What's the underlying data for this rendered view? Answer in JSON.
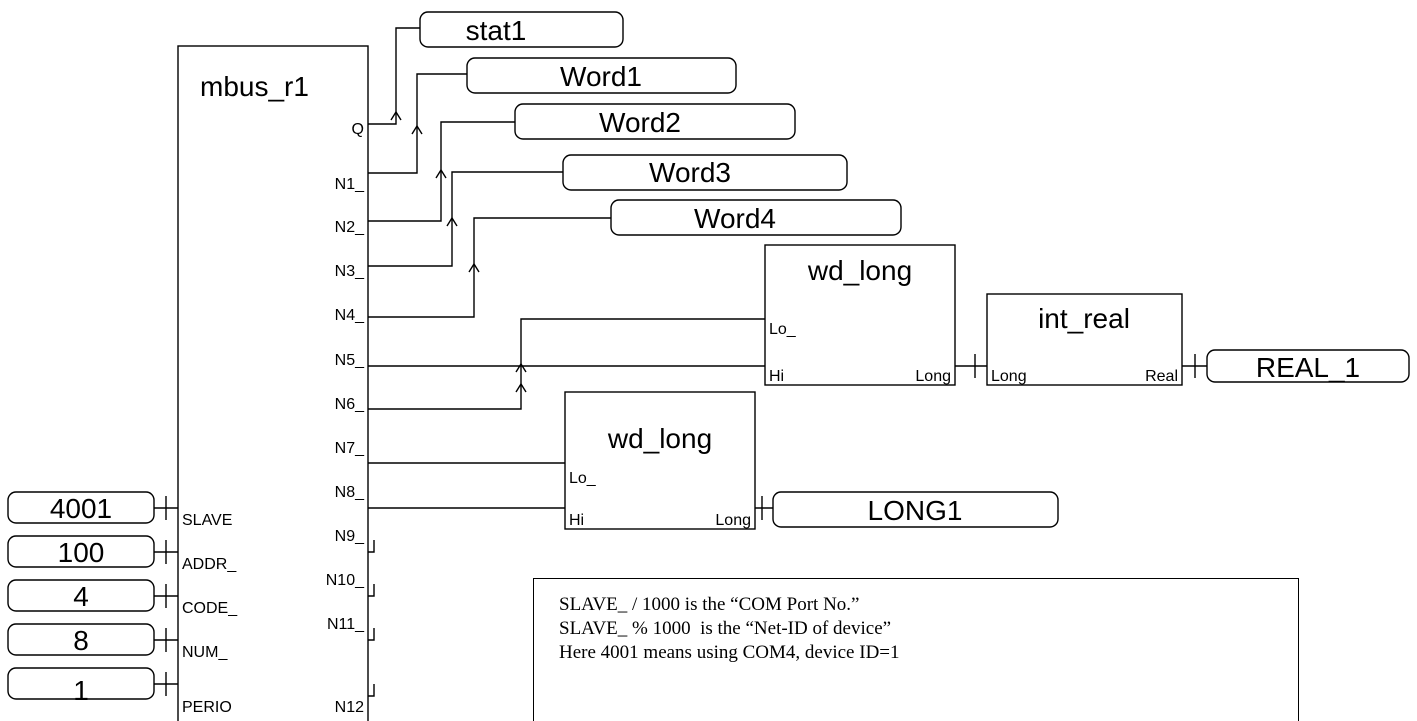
{
  "function_block": {
    "name": "mbus_r1",
    "output_pins": [
      "Q",
      "N1_",
      "N2_",
      "N3_",
      "N4_",
      "N5_",
      "N6_",
      "N7_",
      "N8_",
      "N9_",
      "N10_",
      "N11_",
      "N12"
    ],
    "input_pins": [
      "SLAVE",
      "ADDR_",
      "CODE_",
      "NUM_",
      "PERIO"
    ]
  },
  "input_constants": [
    "4001",
    "100",
    "4",
    "8",
    "1"
  ],
  "output_variables": [
    "stat1",
    "Word1",
    "Word2",
    "Word3",
    "Word4"
  ],
  "converter_1": {
    "name": "wd_long",
    "pin_lo": "Lo_",
    "pin_hi": "Hi",
    "pin_out": "Long"
  },
  "converter_2": {
    "name": "wd_long",
    "pin_lo": "Lo_",
    "pin_hi": "Hi",
    "pin_out": "Long"
  },
  "int_real_block": {
    "name": "int_real",
    "pin_in": "Long",
    "pin_out": "Real"
  },
  "real_output": "REAL_1",
  "long_output": "LONG1",
  "note": {
    "lines": [
      "SLAVE_ / 1000 is the “COM Port No.”",
      "SLAVE_ % 1000  is the “Net-ID of device”",
      "Here 4001 means using COM4, device ID=1"
    ]
  }
}
